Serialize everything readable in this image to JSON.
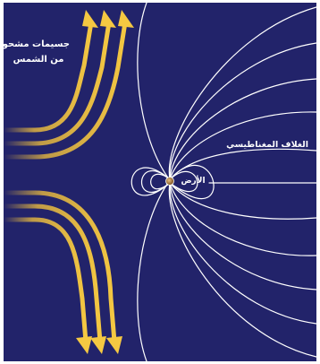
{
  "labels": {
    "solar_particles_line1": "جسيمات مشحونة",
    "solar_particles_line2": "من الشمس",
    "magnetosphere": "الغلاف المغناطيسي",
    "earth": "الأرض"
  },
  "colors": {
    "background": "#22236a",
    "field_lines": "#ffffff",
    "solar_wind": "#f3c23c",
    "earth": "#b07a3a"
  }
}
